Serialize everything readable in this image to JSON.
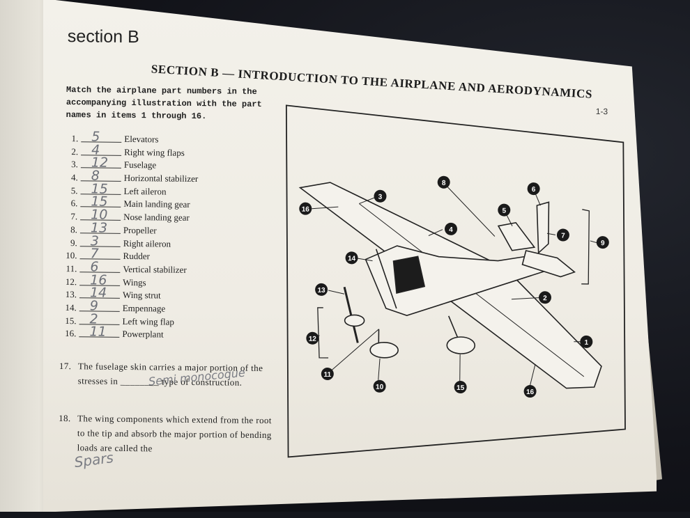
{
  "handwritten_title": "section B",
  "heading": "SECTION B — INTRODUCTION TO THE AIRPLANE AND AERODYNAMICS",
  "page_number": "1-3",
  "instructions": "Match the airplane part numbers in the accompanying illustration with the part names in items 1 through 16.",
  "items": [
    {
      "num": "1.",
      "answer": "5",
      "label": "Elevators"
    },
    {
      "num": "2.",
      "answer": "4",
      "label": "Right wing flaps"
    },
    {
      "num": "3.",
      "answer": "12",
      "label": "Fuselage"
    },
    {
      "num": "4.",
      "answer": "8",
      "label": "Horizontal stabilizer"
    },
    {
      "num": "5.",
      "answer": "15",
      "label": "Left aileron"
    },
    {
      "num": "6.",
      "answer": "15",
      "label": "Main landing gear"
    },
    {
      "num": "7.",
      "answer": "10",
      "label": "Nose landing gear"
    },
    {
      "num": "8.",
      "answer": "13",
      "label": "Propeller"
    },
    {
      "num": "9.",
      "answer": "3",
      "label": "Right aileron"
    },
    {
      "num": "10.",
      "answer": "7",
      "label": "Rudder"
    },
    {
      "num": "11.",
      "answer": "6",
      "label": "Vertical stabilizer"
    },
    {
      "num": "12.",
      "answer": "16",
      "label": "Wings"
    },
    {
      "num": "13.",
      "answer": "14",
      "label": "Wing strut"
    },
    {
      "num": "14.",
      "answer": "9",
      "label": "Empennage"
    },
    {
      "num": "15.",
      "answer": "2",
      "label": "Left wing flap"
    },
    {
      "num": "16.",
      "answer": "11",
      "label": "Powerplant"
    }
  ],
  "q17": {
    "num": "17.",
    "text": "The fuselage skin carries a major portion of the stresses in ________ type of construction.",
    "answer": "Semi monocoque"
  },
  "q18": {
    "num": "18.",
    "text": "The wing components which extend from the root to the tip and absorb the major portion of bending loads are called the",
    "answer": "Spars"
  },
  "diagram": {
    "callouts": [
      "1",
      "2",
      "3",
      "4",
      "5",
      "6",
      "7",
      "8",
      "9",
      "10",
      "11",
      "12",
      "13",
      "14",
      "15",
      "16",
      "16"
    ]
  }
}
